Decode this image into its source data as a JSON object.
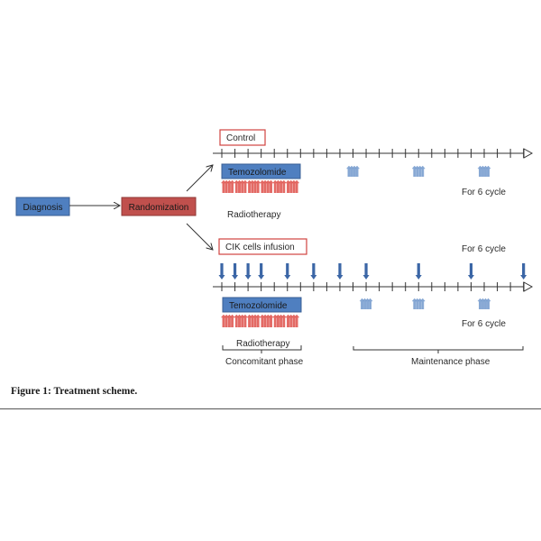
{
  "figure": {
    "caption": "Figure 1: Treatment scheme."
  },
  "nodes": {
    "diagnosis": "Diagnosis",
    "randomization": "Randomization"
  },
  "control_arm": {
    "label": "Control",
    "temozolomide_label": "Temozolomide",
    "radiotherapy_label": "Radiotherapy",
    "cycle_note": "For 6 cycle",
    "maintenance_tmz_ticks": [
      10,
      15,
      20
    ]
  },
  "cik_arm": {
    "label": "CIK cells infusion",
    "temozolomide_label": "Temozolomide",
    "radiotherapy_label": "Radiotherapy",
    "infusion_cycle_note": "For 6 cycle",
    "tmz_cycle_note": "For 6 cycle",
    "infusion_ticks": [
      0,
      1,
      2,
      3,
      5,
      7,
      9,
      11,
      15,
      19,
      23
    ],
    "maintenance_tmz_ticks": [
      11,
      15,
      20
    ]
  },
  "phases": {
    "concomitant": "Concomitant phase",
    "maintenance": "Maintenance phase"
  },
  "timeline": {
    "tick_count": 24
  },
  "colors": {
    "blue_box": "#4f7fc0",
    "blue_box_border": "#3a5f95",
    "red_box": "#c0504d",
    "red_border": "#d0443f",
    "radiation_red": "#e05a55",
    "tmz_arrow_blue": "#7b9fd0",
    "infusion_arrow": "#3b66a6"
  }
}
